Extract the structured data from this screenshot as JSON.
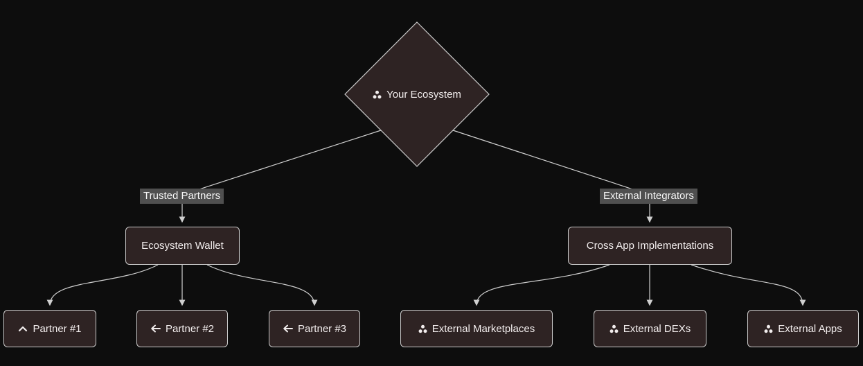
{
  "diagram": {
    "type": "flowchart-top-down",
    "colors": {
      "background": "#0d0d0d",
      "node_fill": "#2e2323",
      "node_border": "#cccccc",
      "text": "#f2eded",
      "edge": "#cfcfcf",
      "edge_label_bg": "#4f4f4f"
    },
    "root": {
      "label": "Your Ecosystem",
      "icon": "network-icon",
      "shape": "diamond"
    },
    "branches": [
      {
        "label": "Ecosystem Wallet",
        "shape": "rounded-rect"
      },
      {
        "label": "Cross App Implementations",
        "shape": "rounded-rect"
      }
    ],
    "leaves": [
      {
        "label": "Partner #1",
        "icon": "chevron-up-icon"
      },
      {
        "label": "Partner #2",
        "icon": "arrow-left-icon"
      },
      {
        "label": "Partner #3",
        "icon": "arrow-left-icon"
      },
      {
        "label": "External Marketplaces",
        "icon": "network-icon"
      },
      {
        "label": "External DEXs",
        "icon": "network-icon"
      },
      {
        "label": "External Apps",
        "icon": "network-icon"
      }
    ],
    "edges": [
      {
        "from": "Your Ecosystem",
        "to": "Ecosystem Wallet",
        "label": "Trusted Partners"
      },
      {
        "from": "Your Ecosystem",
        "to": "Cross App Implementations",
        "label": "External Integrators"
      },
      {
        "from": "Ecosystem Wallet",
        "to": "Partner #1",
        "label": ""
      },
      {
        "from": "Ecosystem Wallet",
        "to": "Partner #2",
        "label": ""
      },
      {
        "from": "Ecosystem Wallet",
        "to": "Partner #3",
        "label": ""
      },
      {
        "from": "Cross App Implementations",
        "to": "External Marketplaces",
        "label": ""
      },
      {
        "from": "Cross App Implementations",
        "to": "External DEXs",
        "label": ""
      },
      {
        "from": "Cross App Implementations",
        "to": "External Apps",
        "label": ""
      }
    ]
  }
}
